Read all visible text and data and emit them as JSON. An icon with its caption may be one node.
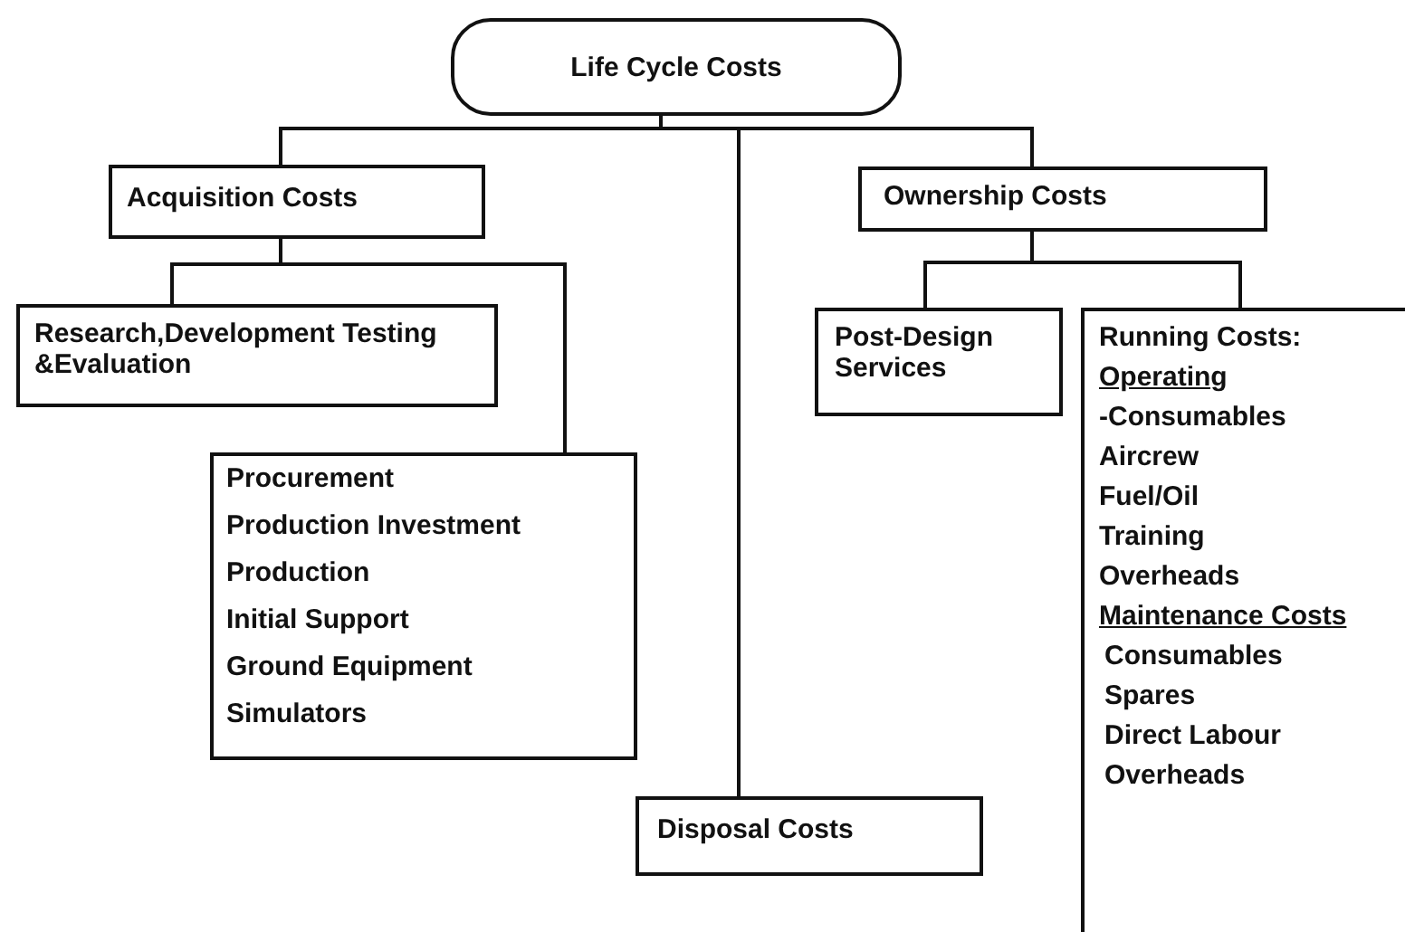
{
  "diagram": {
    "nodes": [
      {
        "text": [
          "Life Cycle Costs"
        ]
      },
      {
        "text": [
          "Acquisition Costs"
        ]
      },
      {
        "text": [
          "Ownership Costs"
        ]
      },
      {
        "text": [
          "Research,Development Testing &Evaluation"
        ]
      },
      {
        "text": [
          "Procurement",
          "Production Investment",
          "Production",
          "Initial Support",
          "Ground Equipment",
          "Simulators"
        ]
      },
      {
        "text": [
          "Disposal Costs"
        ]
      },
      {
        "text": [
          "Post-Design Services"
        ]
      },
      {
        "text": [
          "Running Costs:",
          "Operating",
          "-Consumables",
          "Aircrew",
          "Fuel/Oil",
          "Training",
          "Overheads",
          "Maintenance Costs",
          "Consumables",
          "Spares",
          "Direct Labour",
          "Overheads"
        ]
      }
    ],
    "edges": [
      {
        "from": 0,
        "to": 1,
        "arrow": "none"
      },
      {
        "from": 0,
        "to": 2,
        "arrow": "none"
      },
      {
        "from": 0,
        "to": 5,
        "arrow": "none"
      },
      {
        "from": 1,
        "to": 3,
        "arrow": "none"
      },
      {
        "from": 1,
        "to": 4,
        "arrow": "none"
      },
      {
        "from": 2,
        "to": 6,
        "arrow": "none"
      },
      {
        "from": 2,
        "to": 7,
        "arrow": "none"
      }
    ]
  }
}
